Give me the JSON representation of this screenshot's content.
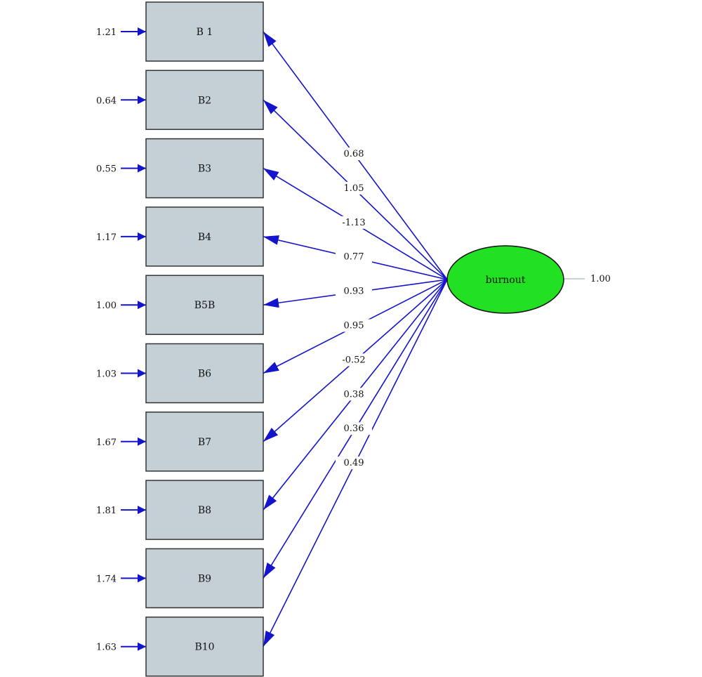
{
  "latent": {
    "label": "burnout",
    "variance": "1.00",
    "fill_color": "#22e022"
  },
  "arrow_color": "#1414cc",
  "indicators": [
    {
      "label": "B 1",
      "error_variance": "1.21",
      "loading": "0.68"
    },
    {
      "label": "B2",
      "error_variance": "0.64",
      "loading": "1.05"
    },
    {
      "label": "B3",
      "error_variance": "0.55",
      "loading": "-1.13"
    },
    {
      "label": "B4",
      "error_variance": "1.17",
      "loading": "0.77"
    },
    {
      "label": "B5B",
      "error_variance": "1.00",
      "loading": "0.93"
    },
    {
      "label": "B6",
      "error_variance": "1.03",
      "loading": "0.95"
    },
    {
      "label": "B7",
      "error_variance": "1.67",
      "loading": "-0.52"
    },
    {
      "label": "B8",
      "error_variance": "1.81",
      "loading": "0.38"
    },
    {
      "label": "B9",
      "error_variance": "1.74",
      "loading": "0.36"
    },
    {
      "label": "B10",
      "error_variance": "1.63",
      "loading": "0.49"
    }
  ]
}
